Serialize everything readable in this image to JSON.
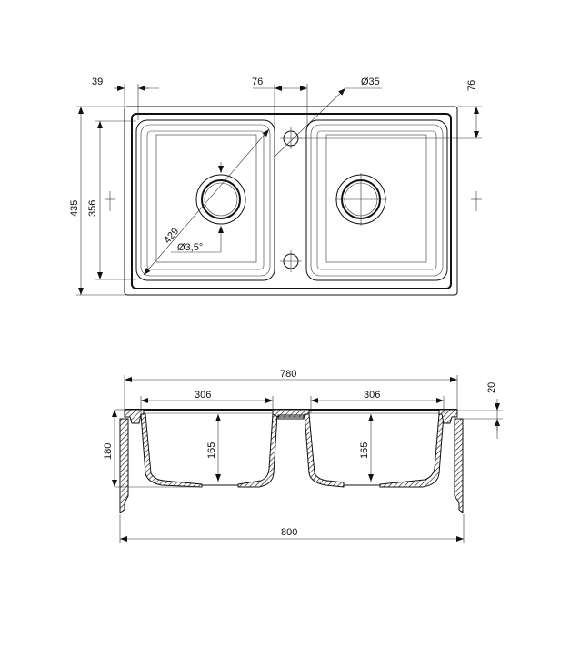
{
  "top_view": {
    "dim_39": "39",
    "dim_76_top": "76",
    "dim_tap_hole": "Ø35",
    "dim_76_right": "76",
    "dim_435": "435",
    "dim_356": "356",
    "dim_429": "429",
    "dim_slope": "Ø3,5°"
  },
  "section_view": {
    "dim_780": "780",
    "dim_306_left": "306",
    "dim_306_right": "306",
    "dim_20": "20",
    "dim_180": "180",
    "dim_165_left": "165",
    "dim_165_right": "165",
    "dim_800": "800"
  }
}
